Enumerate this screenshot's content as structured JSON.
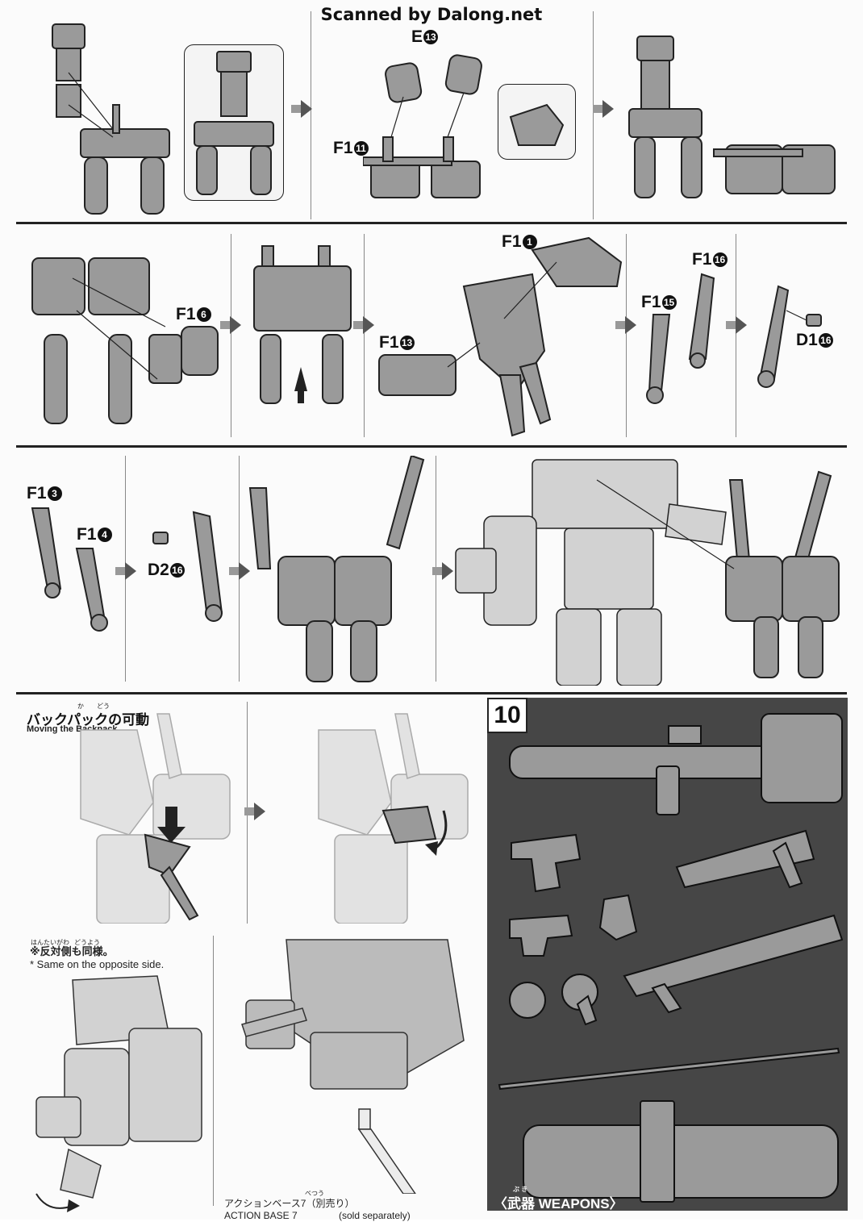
{
  "header": {
    "scan_credit": "Scanned by Dalong.net"
  },
  "row1": {
    "labels": {
      "e13": "E",
      "e13_num": "13",
      "f111": "F1",
      "f111_num": "11"
    }
  },
  "row2": {
    "labels": {
      "f16": "F1",
      "f16_num": "6",
      "f11": "F1",
      "f11_num": "1",
      "f113": "F1",
      "f113_num": "13",
      "f116": "F1",
      "f116_num": "16",
      "f115": "F1",
      "f115_num": "15",
      "d116": "D1",
      "d116_num": "16"
    }
  },
  "row3": {
    "labels": {
      "f13": "F1",
      "f13_num": "3",
      "f14": "F1",
      "f14_num": "4",
      "d216": "D2",
      "d216_num": "16"
    }
  },
  "backpack_note": {
    "title": "バックパックの可動",
    "title_ruby_1": "か",
    "title_ruby_2": "どう",
    "subtitle": "Moving the Backpack",
    "opposite_jp": "※反対側も同様。",
    "opposite_ruby_1": "はんたいがわ",
    "opposite_ruby_2": "どうよう",
    "opposite_en": "* Same on the opposite side."
  },
  "action_base": {
    "jp": "アクションベース7（別売り）",
    "ruby": "べつう",
    "en_line1": "ACTION BASE 7",
    "en_line2": "(sold separately)"
  },
  "step10": {
    "number": "10",
    "caption_jp": "〈武器",
    "caption_ruby": "ぶ き",
    "caption_en": "WEAPONS〉"
  },
  "colors": {
    "panel_bg": "#464646",
    "part_fill": "#9a9a9a",
    "part_light": "#d2d2d2",
    "part_dark": "#555555",
    "red_arrow": "#222222"
  }
}
